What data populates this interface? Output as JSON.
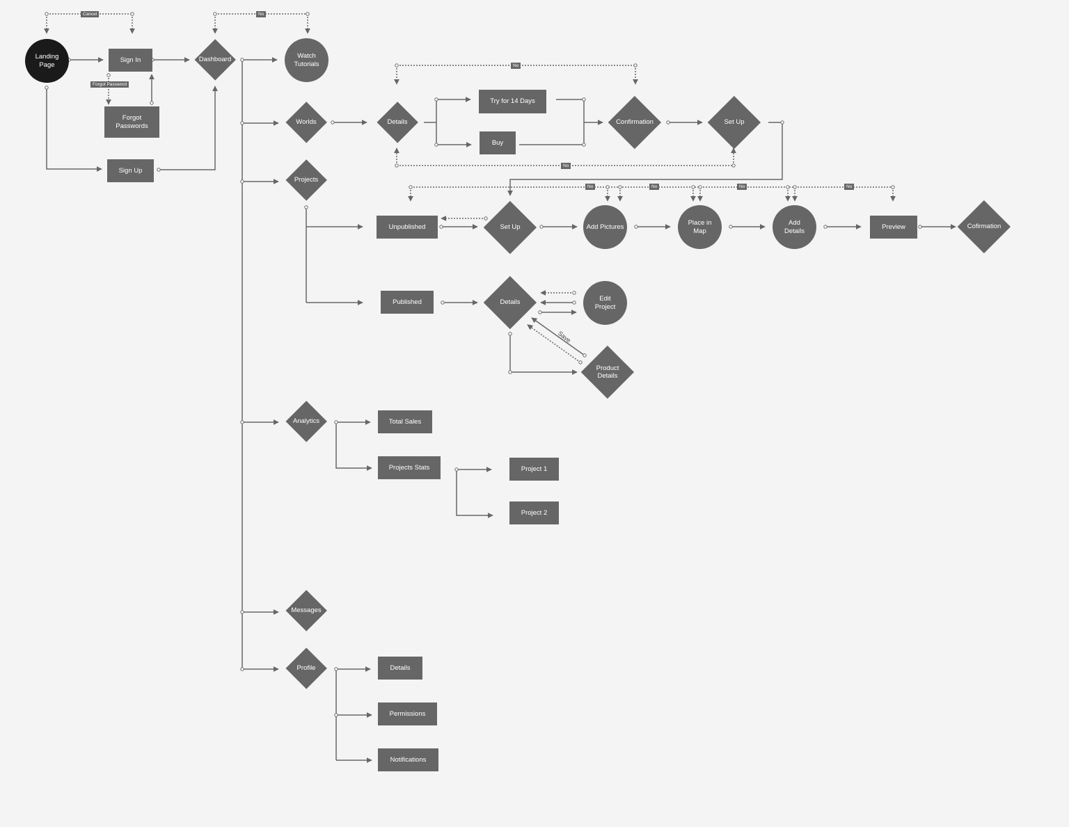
{
  "colors": {
    "node": "#666666",
    "start": "#1a1a1a",
    "line": "#666666",
    "background": "#f4f4f4"
  },
  "nodes": {
    "landing": "Landing\nPage",
    "sign_in": "Sign In",
    "forgot_passwords": "Forgot\nPasswords",
    "sign_up": "Sign Up",
    "dashboard": "Dashboard",
    "watch_tutorials": "Watch\nTutorials",
    "worlds": "Worlds",
    "worlds_details": "Details",
    "try_14_days": "Try for 14 Days",
    "buy": "Buy",
    "confirmation": "Confirmation",
    "setup_top": "Set Up",
    "projects": "Projects",
    "unpublished": "Unpublished",
    "setup_mid": "Set Up",
    "add_pictures": "Add Pictures",
    "place_in_map": "Place in\nMap",
    "add_details": "Add\nDetails",
    "preview": "Preview",
    "cofirmation": "Cofirmation",
    "published": "Published",
    "published_details": "Details",
    "edit_project": "Edit\nProject",
    "product_details": "Product\nDetails",
    "analytics": "Analytics",
    "total_sales": "Total Sales",
    "projects_stats": "Projects Stats",
    "project_1": "Project 1",
    "project_2": "Project 2",
    "messages": "Messages",
    "profile": "Profile",
    "profile_details": "Details",
    "permissions": "Permissions",
    "notifications": "Notifications"
  },
  "labels": {
    "cancel": "Cancel",
    "forgot_password": "Forgot Password",
    "no": "No",
    "save": "Save"
  }
}
